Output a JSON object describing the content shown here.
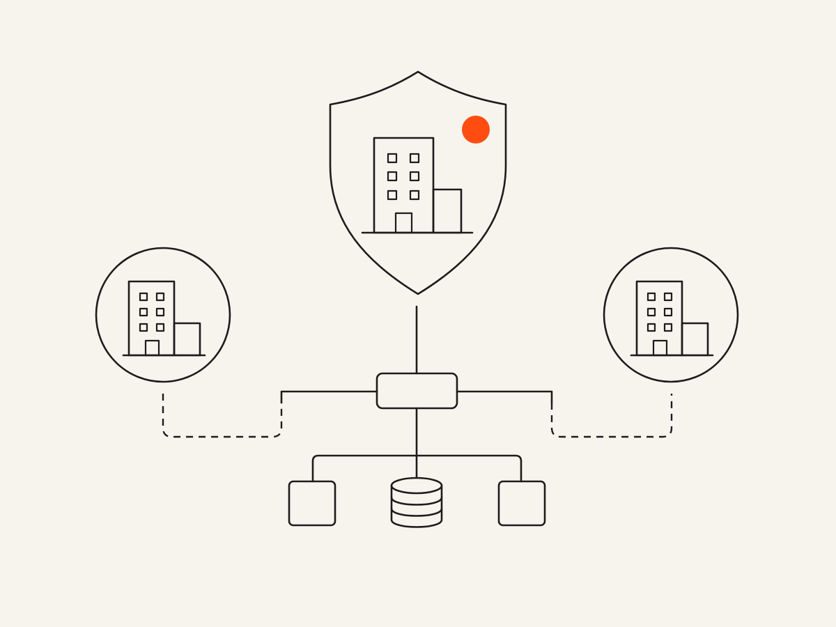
{
  "colors": {
    "background": "#f7f4ee",
    "line": "#1c1c1c",
    "accent": "#ff4d12"
  },
  "diagram": {
    "central": {
      "shape": "shield-icon",
      "content": "office-building-icon",
      "status_indicator": "orange-dot"
    },
    "satellites": [
      {
        "id": "left",
        "shape": "circle",
        "content": "office-building-icon",
        "connection": "dashed"
      },
      {
        "id": "right",
        "shape": "circle",
        "content": "office-building-icon",
        "connection": "dashed"
      }
    ],
    "hub": {
      "shape": "rounded-rectangle"
    },
    "resources": [
      {
        "id": "left",
        "icon": "square-node-icon"
      },
      {
        "id": "center",
        "icon": "database-icon"
      },
      {
        "id": "right",
        "icon": "square-node-icon"
      }
    ]
  }
}
